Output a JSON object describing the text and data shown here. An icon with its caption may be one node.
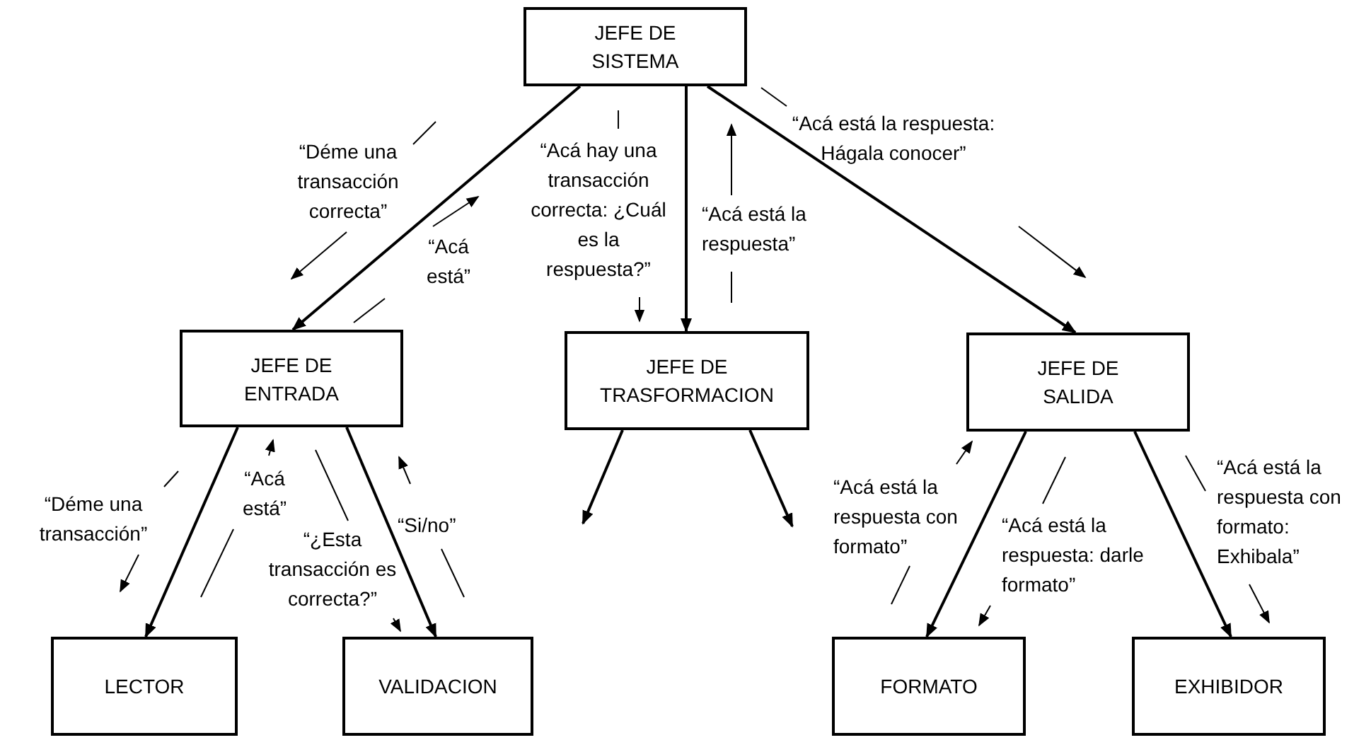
{
  "diagram": {
    "nodes": [
      {
        "text": [
          "JEFE DE SISTEMA"
        ]
      },
      {
        "text": [
          "JEFE DE ENTRADA"
        ]
      },
      {
        "text": [
          "JEFE DE TRASFORMACION"
        ]
      },
      {
        "text": [
          "JEFE DE SALIDA"
        ]
      },
      {
        "text": [
          "LECTOR"
        ]
      },
      {
        "text": [
          "VALIDACION"
        ]
      },
      {
        "text": [
          "FORMATO"
        ]
      },
      {
        "text": [
          "EXHIBIDOR"
        ]
      }
    ],
    "edges": [
      {
        "from": 0,
        "to": 1,
        "arrow": "to"
      },
      {
        "from": 0,
        "to": 2,
        "arrow": "to"
      },
      {
        "from": 0,
        "to": 3,
        "arrow": "to"
      },
      {
        "from": 1,
        "to": 4,
        "arrow": "to"
      },
      {
        "from": 1,
        "to": 5,
        "arrow": "to"
      },
      {
        "from": 2,
        "to": null,
        "arrow": "to"
      },
      {
        "from": 2,
        "to": null,
        "arrow": "to"
      },
      {
        "from": 3,
        "to": 6,
        "arrow": "to"
      },
      {
        "from": 3,
        "to": 7,
        "arrow": "to"
      }
    ],
    "labels": [
      "“Déme una transacción correcta”",
      "“Acá hay una transacción correcta: ¿Cuál es la respuesta?”",
      "“Acá está la respuesta: Hágala conocer”",
      "“Acá está la respuesta”",
      "“Acá está”",
      "“Déme una transacción”",
      "“Acá está”",
      "“¿Esta transacción es correcta?”",
      "“Si/no”",
      "“Acá está la respuesta con formato”",
      "“Acá está la respuesta: darle formato”",
      "“Acá está la respuesta con formato: Exhibala”"
    ]
  }
}
